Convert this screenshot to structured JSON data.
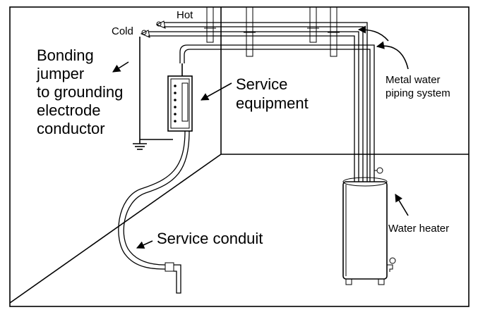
{
  "labels": {
    "hot": "Hot",
    "cold": "Cold",
    "bonding": [
      "Bonding",
      "jumper",
      "to grounding",
      "electrode",
      "conductor"
    ],
    "service_equipment": [
      "Service",
      "equipment"
    ],
    "metal_water_piping": [
      "Metal water",
      "piping system"
    ],
    "service_conduit": "Service conduit",
    "water_heater": "Water heater"
  }
}
